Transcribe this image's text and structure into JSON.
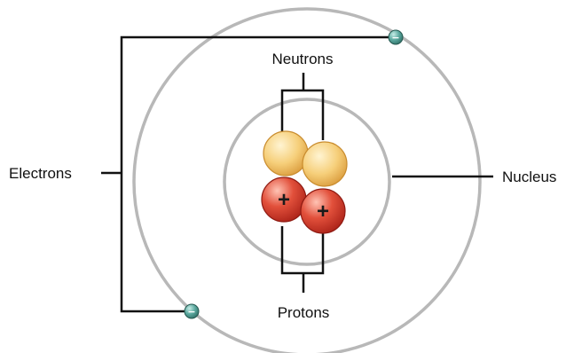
{
  "labels": {
    "neutrons": "Neutrons",
    "protons": "Protons",
    "electrons": "Electrons",
    "nucleus": "Nucleus"
  },
  "particles": {
    "proton_sign": "+",
    "electron_sign": "−"
  },
  "colors": {
    "orbit": "#b8b8b8",
    "leader_line": "#111111",
    "neutron": "#f2c66d",
    "proton": "#d9402e",
    "electron": "#4f9c93"
  },
  "counts": {
    "neutrons": 2,
    "protons": 2,
    "electrons": 2
  }
}
